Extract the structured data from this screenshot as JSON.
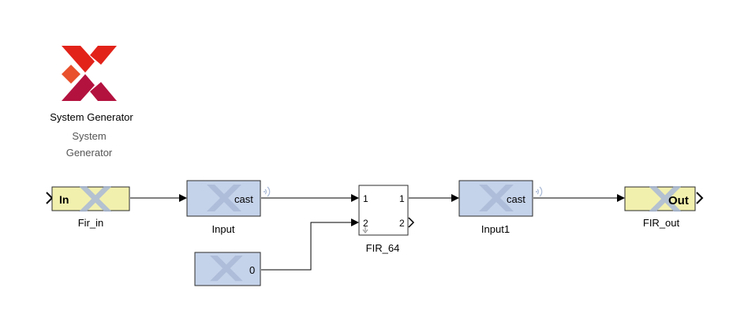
{
  "sysgen": {
    "title": "System Generator",
    "subtitle_line1": "System",
    "subtitle_line2": "Generator"
  },
  "blocks": {
    "fir_in": {
      "port_text": "In",
      "name": "Fir_in"
    },
    "input": {
      "port_text": "cast",
      "name": "Input"
    },
    "constant": {
      "port_text": "0"
    },
    "fir_64": {
      "in1": "1",
      "in2": "2",
      "out1": "1",
      "out2": "2",
      "name": "FIR_64"
    },
    "input1": {
      "port_text": "cast",
      "name": "Input1"
    },
    "fir_out": {
      "port_text": "Out",
      "name": "FIR_out"
    }
  },
  "colors": {
    "gateway_fill": "#f2f0ad",
    "xilinx_block_fill": "#c5d3ea",
    "block_border": "#2b2b2b",
    "logo_red": "#e2231a",
    "logo_dark_red": "#b3123f",
    "logo_faded": "#a9b9d6"
  }
}
